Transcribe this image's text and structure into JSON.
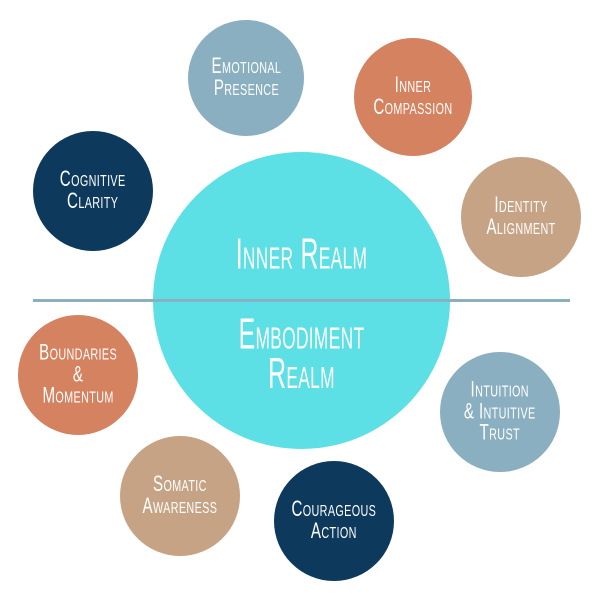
{
  "colors": {
    "cyan": "#5ce0e6",
    "navy": "#0d3a5c",
    "orange": "#d4825f",
    "tan": "#c6a385",
    "bluegray": "#8aafc0",
    "divider": "#8aafc0"
  },
  "center": {
    "top_label": "Inner Realm",
    "bottom_label": "Embodiment\nRealm"
  },
  "nodes": [
    {
      "label": "Emotional\nPresence"
    },
    {
      "label": "Inner\nCompassion"
    },
    {
      "label": "Cognitive\nClarity"
    },
    {
      "label": "Identity\nAlignment"
    },
    {
      "label": "Boundaries\n&\nMomentum"
    },
    {
      "label": "Intuition\n& Intuitive\nTrust"
    },
    {
      "label": "Somatic\nAwareness"
    },
    {
      "label": "Courageous\nAction"
    }
  ]
}
